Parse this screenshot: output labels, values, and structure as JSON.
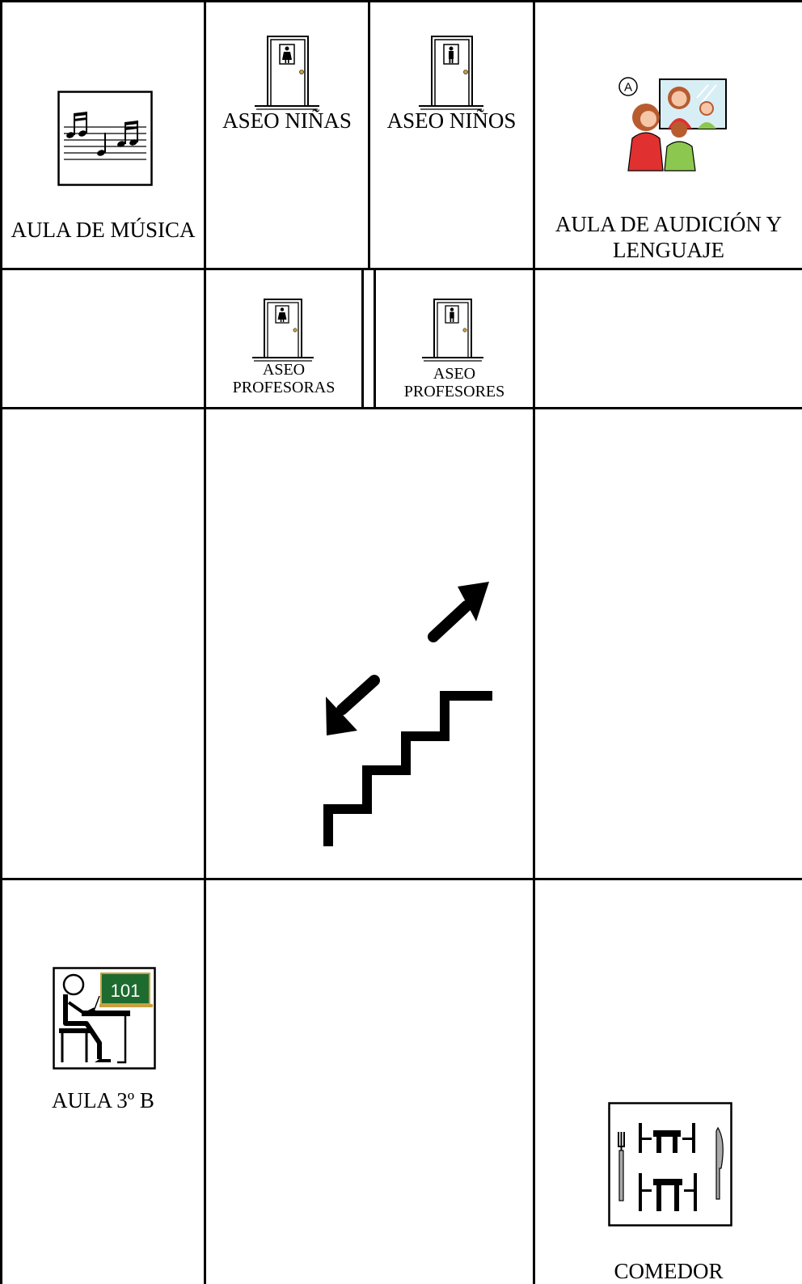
{
  "rooms": {
    "music": {
      "label": "AULA DE MÚSICA",
      "icon": "music-notes-icon"
    },
    "girls_wc": {
      "label": "ASEO NIÑAS",
      "icon": "girls-door-icon"
    },
    "boys_wc": {
      "label": "ASEO NIÑOS",
      "icon": "boys-door-icon"
    },
    "speech": {
      "label_line1": "AULA DE AUDICIÓN Y",
      "label_line2": "LENGUAJE",
      "icon": "speech-therapy-icon"
    },
    "female_teachers_wc": {
      "label_line1": "ASEO",
      "label_line2": "PROFESORAS",
      "icon": "female-teachers-door-icon"
    },
    "male_teachers_wc": {
      "label_line1": "ASEO",
      "label_line2": "PROFESORES",
      "icon": "male-teachers-door-icon"
    },
    "stairs": {
      "icon": "stairs-up-down-icon"
    },
    "classroom": {
      "label": "AULA 3º B",
      "icon": "classroom-student-icon",
      "board_text": "101"
    },
    "dining": {
      "label": "COMEDOR",
      "icon": "dining-room-icon"
    }
  },
  "colors": {
    "board_green": "#1e6b2f",
    "door_knob": "#c8a040",
    "girl_red": "#e03030",
    "boy_green": "#8cc850"
  }
}
